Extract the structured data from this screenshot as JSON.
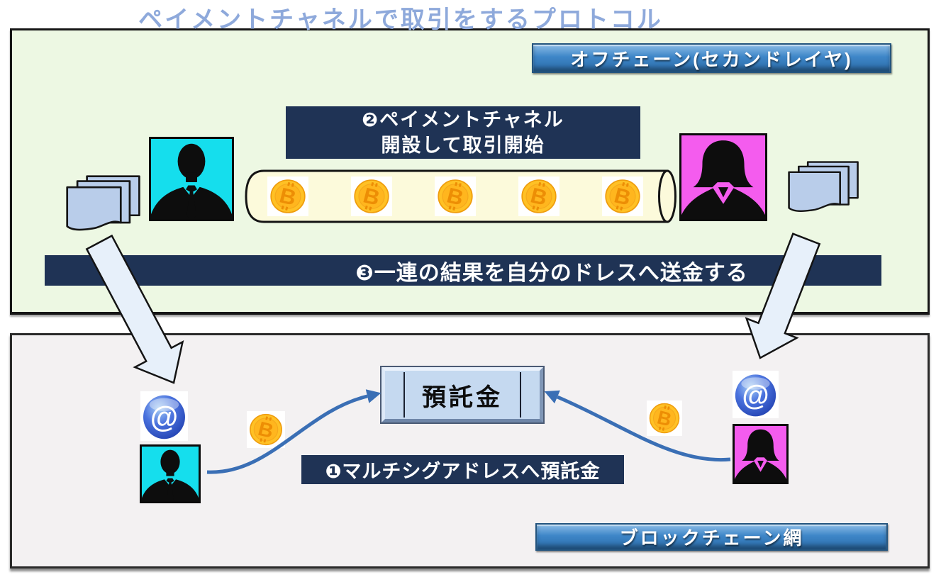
{
  "title": "ペイメントチャネルで取引をするプロトコル",
  "offchain": {
    "section_label": "オフチェーン(セカンドレイヤ)",
    "step2": {
      "line1": "❷ペイメントチャネル",
      "line2": "開設して取引開始"
    },
    "step3": "❸一連の結果を自分のドレスへ送金する"
  },
  "onchain": {
    "section_label": "ブロックチェーン網",
    "step1": "❶マルチシグアドレスへ預託金",
    "deposit_label": "預託金"
  },
  "icons": {
    "man_avatar": "businessman-avatar",
    "woman_avatar": "businesswoman-avatar",
    "bitcoin": "bitcoin-coin-icon",
    "address": "at-address-icon",
    "documents": "documents-stack-icon",
    "payment_channel": "payment-channel-tube",
    "flow_arrow": "block-arrow-down",
    "coin_count_in_channel": 5
  },
  "colors": {
    "title_text": "#8EA9DB",
    "offchain_bg": "#EDF8E3",
    "onchain_bg": "#F3F1F2",
    "navy": "#1F3355",
    "section_button_blue": "#3E86C8",
    "tube_fill": "#FCFADB",
    "deposit_box_fill": "#C5D9F0",
    "man_avatar_bg": "#15DEED",
    "woman_avatar_bg": "#F45CEE",
    "coin_gold": "#FFC125",
    "address_sphere_blue": "#3B63D6",
    "document_blue": "#B9CDEA",
    "flow_arrow_fill": "#E7F0FA",
    "curve_arrow_blue": "#3A6FB5"
  }
}
